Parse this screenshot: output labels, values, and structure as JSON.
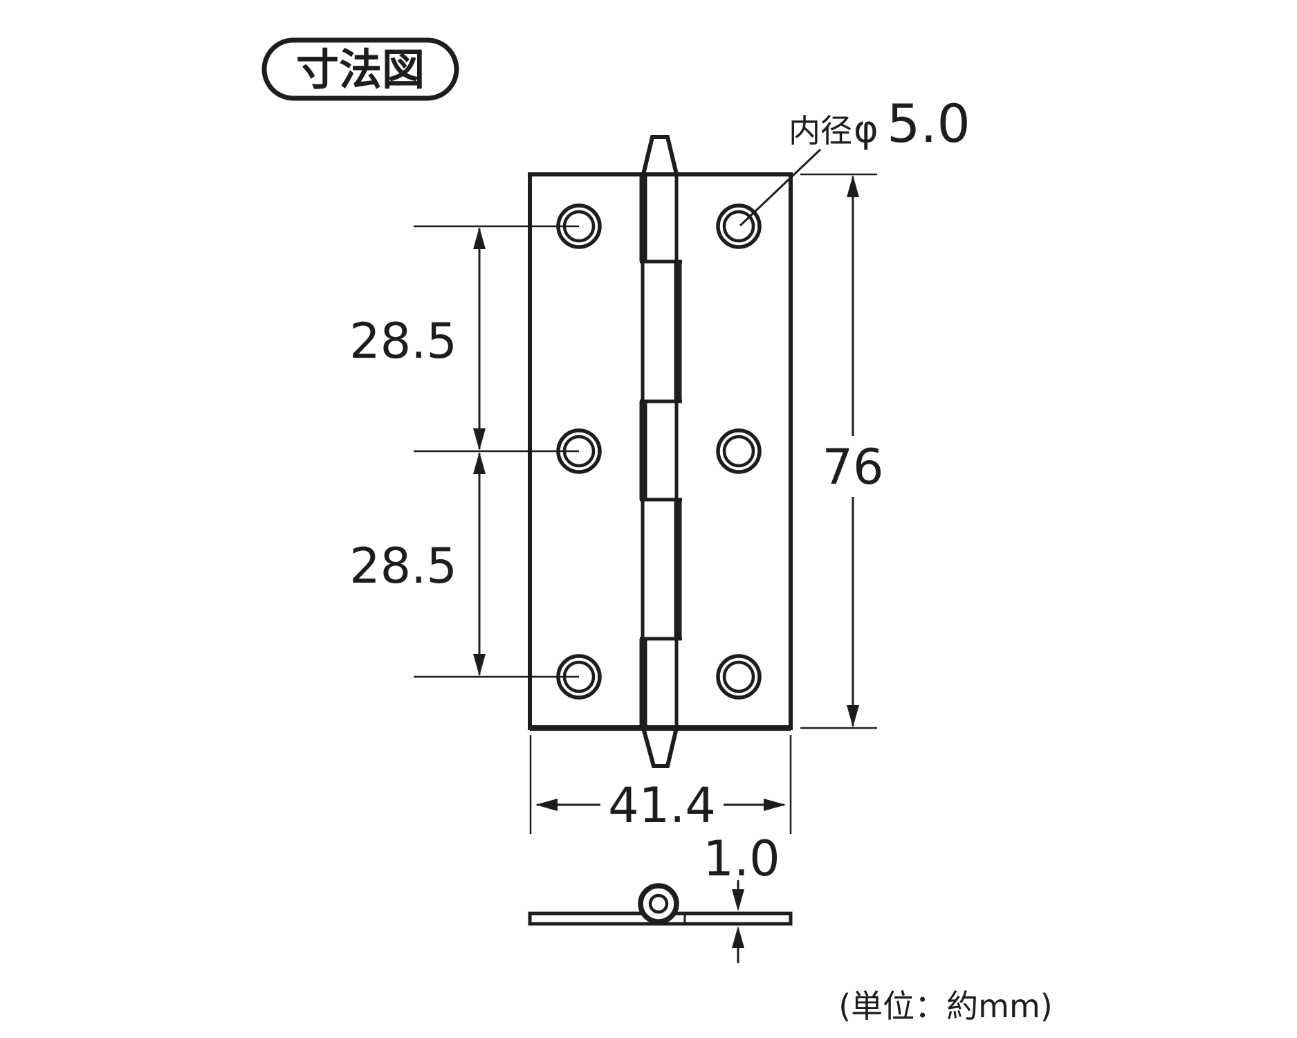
{
  "title": {
    "label": "寸法図"
  },
  "diagram": {
    "subject": "hinge dimension drawing, front view and side view",
    "hole_count": 6,
    "knuckle_segments": 5
  },
  "dims": {
    "inner_diameter_label": "内径",
    "inner_diameter_symbol": "φ",
    "inner_diameter_value": "5.0",
    "spacing_upper": "28.5",
    "spacing_lower": "28.5",
    "height": "76",
    "width": "41.4",
    "thickness": "1.0"
  },
  "footer": {
    "unit_note": "(単位：約mm)"
  },
  "colors": {
    "line": "#1d1d1b",
    "background": "#ffffff"
  }
}
